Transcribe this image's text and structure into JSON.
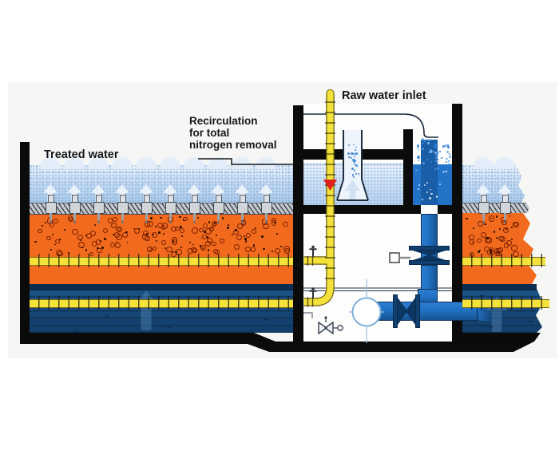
{
  "labels": {
    "treated_water": "Treated water",
    "recirculation": [
      "Recirculation",
      "for total",
      "nitrogen removal"
    ],
    "raw_water_inlet": "Raw water inlet"
  },
  "colors": {
    "media_orange": "#f26a1d",
    "treated_water_blue": "#b8d3ef",
    "process_water_dark_blue": "#174878",
    "pipe_yellow": "#f5e23a",
    "raw_water_pipe_blue": "#2171c4",
    "structure_black": "#0b0b0c",
    "flow_arrow_red": "#e0201c",
    "nozzle_gray": "#c7ccd2"
  },
  "counts": {
    "left_cell_flow_arrows": 10,
    "right_cell_flow_arrows": 2,
    "left_cell_nozzles": 10,
    "right_cell_nozzles": 2
  }
}
